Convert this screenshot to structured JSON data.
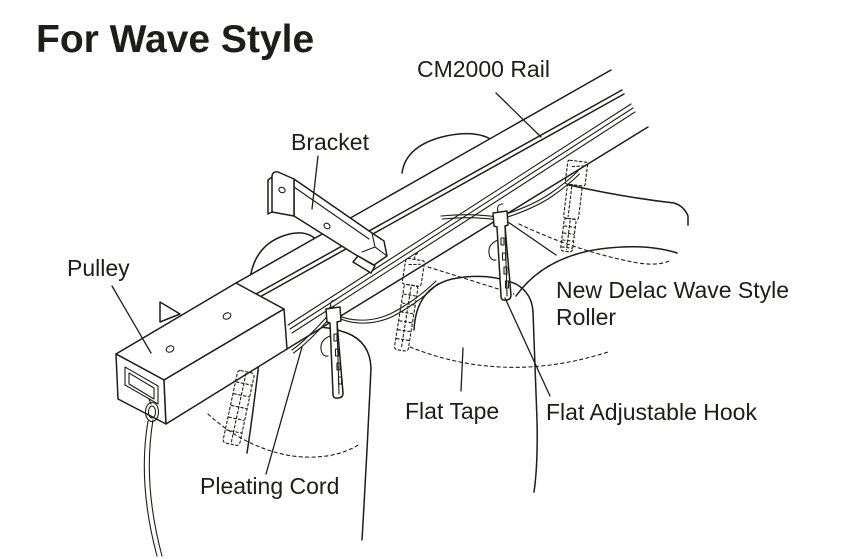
{
  "colors": {
    "background": "#ffffff",
    "line": "#1d1d1b",
    "text": "#1d1d1b"
  },
  "title": "For Wave Style",
  "labels": {
    "cm2000_rail": "CM2000 Rail",
    "bracket": "Bracket",
    "pulley": "Pulley",
    "roller": "New Delac Wave Style Roller",
    "flat_tape": "Flat Tape",
    "flat_adjustable_hook": "Flat Adjustable Hook",
    "pleating_cord": "Pleating Cord"
  }
}
